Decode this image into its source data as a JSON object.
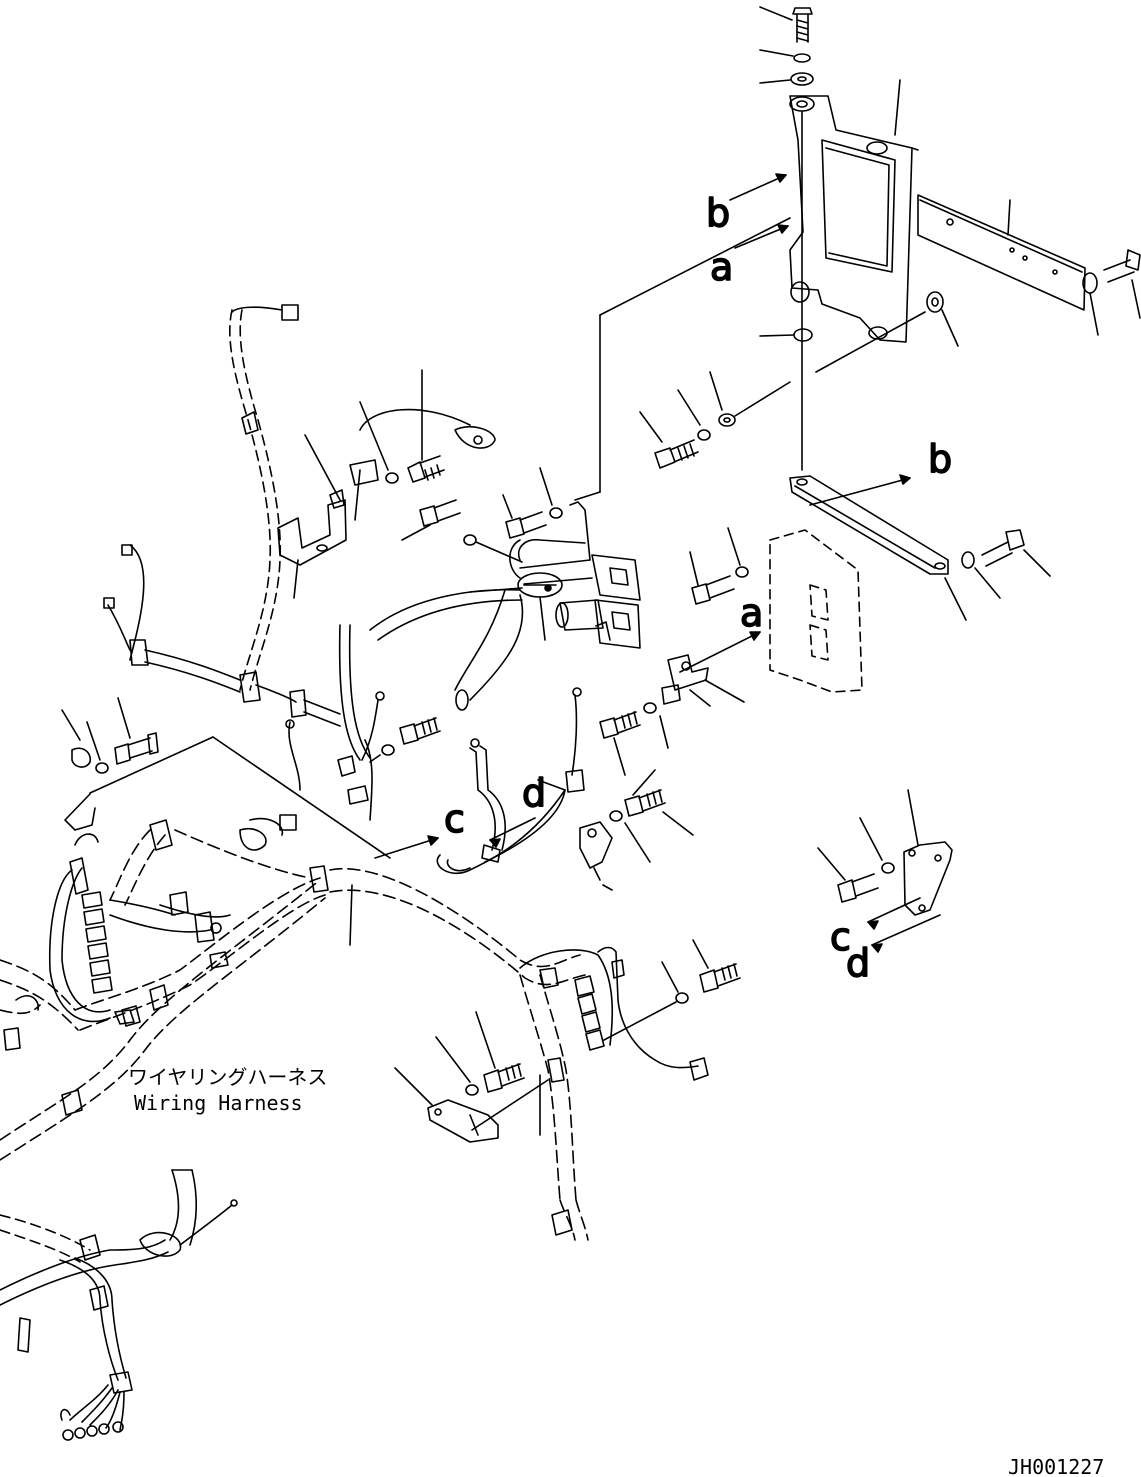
{
  "caption": {
    "japanese": "ワイヤリングハーネス",
    "english": "Wiring Harness"
  },
  "drawing_code": "JH001227",
  "callouts": {
    "a": "a",
    "b": "b",
    "c": "c",
    "d": "d"
  }
}
